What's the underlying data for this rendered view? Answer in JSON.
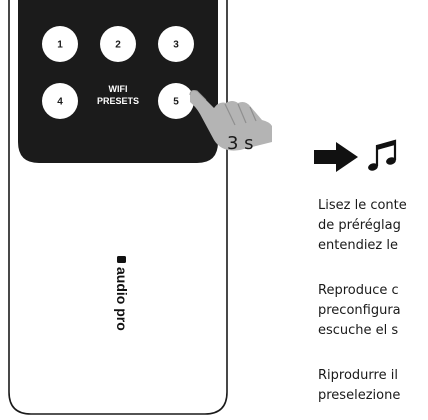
{
  "remote": {
    "buttons": [
      "1",
      "2",
      "3",
      "4",
      "5"
    ],
    "preset_label_line1": "WIFI",
    "preset_label_line2": "PRESETS",
    "brand": "audio pro"
  },
  "hold_duration": "3 s",
  "icons": [
    "hand-pointer-icon",
    "arrow-right-icon",
    "music-note-icon"
  ],
  "instructions": {
    "fr": [
      "Lisez le conte",
      "de préréglag",
      "entendiez le"
    ],
    "es": [
      "Reproduce c",
      "preconfigura",
      "escuche el s"
    ],
    "it": [
      "Riprodurre il",
      "preselezione"
    ]
  },
  "colors": {
    "panel": "#1b1b1b",
    "button": "#ffffff",
    "hand": "#b4b4b4",
    "ink": "#1a1a1a"
  }
}
